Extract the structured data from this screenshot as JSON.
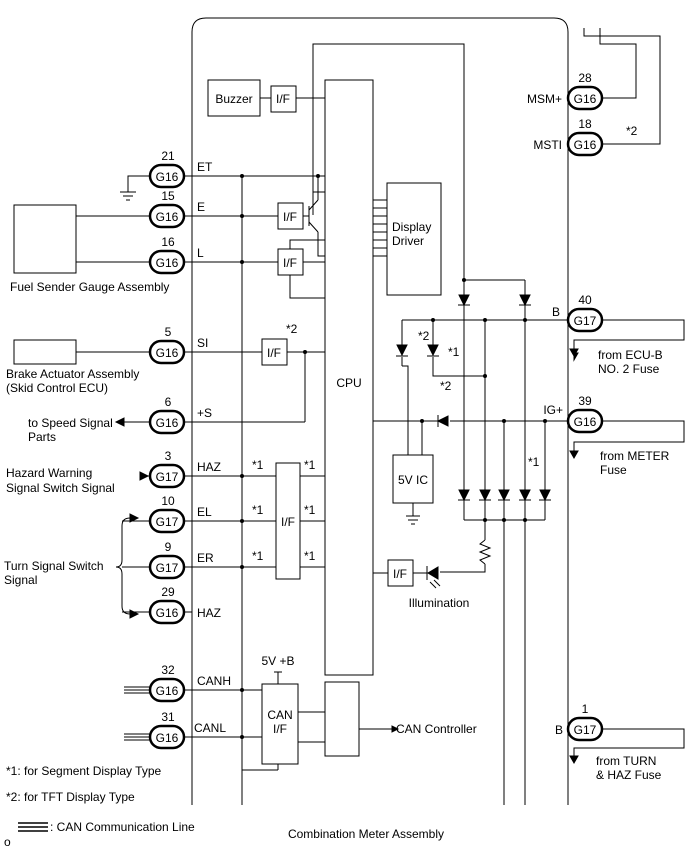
{
  "title": "Combination Meter Assembly",
  "legend": {
    "note1": "*1: for Segment Display Type",
    "note2": "*2: for TFT Display Type",
    "can_line": ": CAN Communication Line",
    "corner_mark": "o"
  },
  "blocks": {
    "buzzer": "Buzzer",
    "if": "I/F",
    "cpu": "CPU",
    "display_driver_line1": "Display",
    "display_driver_line2": "Driver",
    "vic": "5V IC",
    "can_if_line1": "CAN",
    "can_if_line2": "I/F",
    "can_controller": "CAN Controller",
    "supply": "5V +B",
    "illumination": "Illumination"
  },
  "notes": {
    "n1": "*1",
    "n2": "*2"
  },
  "external": {
    "fuel_sender": "Fuel Sender Gauge Assembly",
    "brake_line1": "Brake Actuator Assembly",
    "brake_line2": "(Skid Control ECU)",
    "speed_line1": "to Speed Signal",
    "speed_line2": "Parts",
    "hazard_line1": "Hazard Warning",
    "hazard_line2": "Signal Switch Signal",
    "turn_line1": "Turn Signal Switch",
    "turn_line2": "Signal",
    "ecub_line1": "from ECU-B",
    "ecub_line2": "NO. 2 Fuse",
    "meter_line1": "from METER",
    "meter_line2": "Fuse",
    "turnhaz_line1": "from TURN",
    "turnhaz_line2": "& HAZ Fuse"
  },
  "pins": [
    {
      "id": "et",
      "num": "21",
      "conn": "G16",
      "name": "ET"
    },
    {
      "id": "e",
      "num": "15",
      "conn": "G16",
      "name": "E"
    },
    {
      "id": "l",
      "num": "16",
      "conn": "G16",
      "name": "L"
    },
    {
      "id": "si",
      "num": "5",
      "conn": "G16",
      "name": "SI"
    },
    {
      "id": "s",
      "num": "6",
      "conn": "G16",
      "name": "+S"
    },
    {
      "id": "haz1",
      "num": "3",
      "conn": "G17",
      "name": "HAZ"
    },
    {
      "id": "el",
      "num": "10",
      "conn": "G17",
      "name": "EL"
    },
    {
      "id": "er",
      "num": "9",
      "conn": "G17",
      "name": "ER"
    },
    {
      "id": "haz2",
      "num": "29",
      "conn": "G16",
      "name": "HAZ"
    },
    {
      "id": "canh",
      "num": "32",
      "conn": "G16",
      "name": "CANH"
    },
    {
      "id": "canl",
      "num": "31",
      "conn": "G16",
      "name": "CANL"
    },
    {
      "id": "msm",
      "num": "28",
      "conn": "G16",
      "name": "MSM+"
    },
    {
      "id": "msti",
      "num": "18",
      "conn": "G16",
      "name": "MSTI"
    },
    {
      "id": "b1",
      "num": "40",
      "conn": "G17",
      "name": "B"
    },
    {
      "id": "ig",
      "num": "39",
      "conn": "G16",
      "name": "IG+"
    },
    {
      "id": "b2",
      "num": "1",
      "conn": "G17",
      "name": "B"
    }
  ]
}
